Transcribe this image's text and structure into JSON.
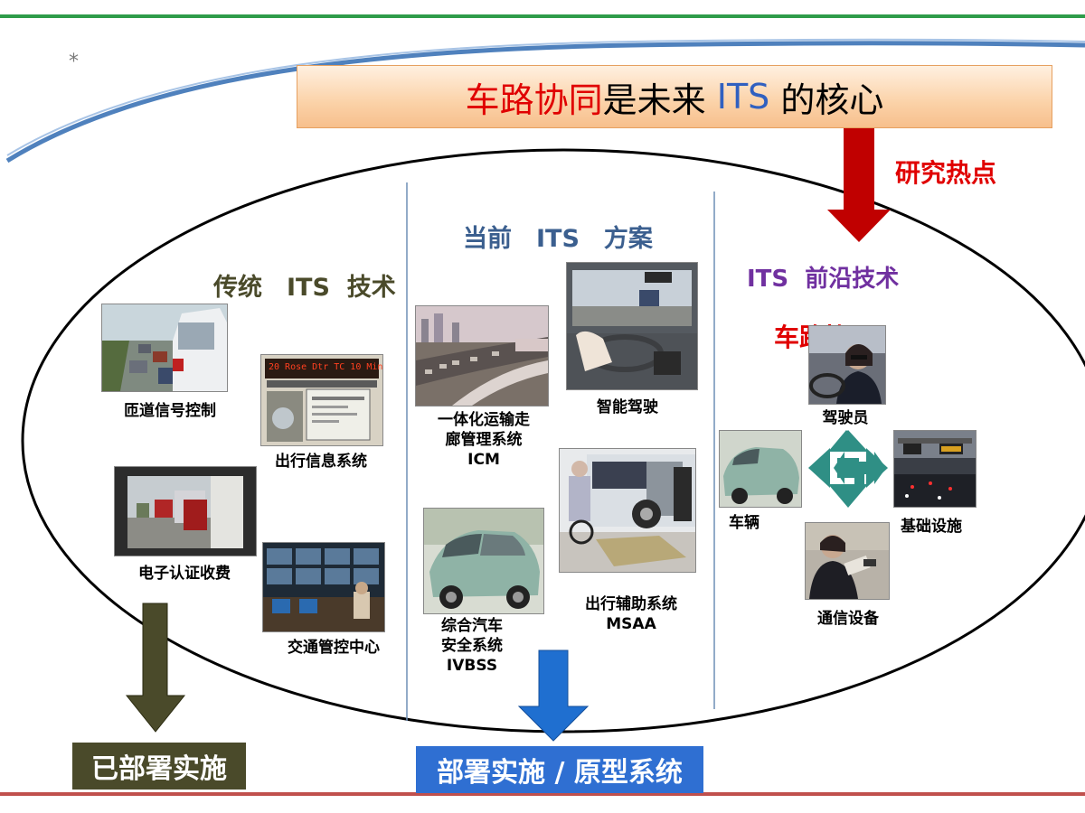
{
  "corner_mark": "*",
  "title": {
    "part_red": "车路协同",
    "part_black_1": "是未来 ",
    "part_blue": "ITS",
    "part_black_2": " 的核心"
  },
  "research_label": "研究热点",
  "sections": {
    "traditional": "传统　ITS  技术",
    "current": "当前　ITS　方案",
    "frontier": "ITS  前沿技术"
  },
  "frontier_sub": "车路协同",
  "traditional_items": {
    "ramp": "匝道信号控制",
    "traveler_info": "出行信息系统",
    "etc": "电子认证收费",
    "tmc": "交通管控中心"
  },
  "current_items": {
    "icm": [
      "一体化运输走",
      "廊管理系统",
      "ICM"
    ],
    "smart_driving": "智能驾驶",
    "msaa": [
      "出行辅助系统",
      "MSAA"
    ],
    "ivbss": [
      "综合汽车",
      "安全系统",
      "IVBSS"
    ]
  },
  "frontier_items": {
    "driver": "驾驶员",
    "vehicle": "车辆",
    "infrastructure": "基础设施",
    "comm": "通信设备"
  },
  "bottom": {
    "deployed": "已部署实施",
    "prototype": "部署实施 / 原型系统"
  },
  "sign_text": "20 Rose Dtr TC 10 Min",
  "colors": {
    "top_line": "#2e9c4a",
    "bottom_line": "#c0504d",
    "curve": "#4f81bd",
    "red_arrow": "#c00000",
    "olive_arrow": "#4a4a2a",
    "blue_arrow": "#1f6fd0",
    "teal_cross": "#2f8f85",
    "section_blue": "#3b5f8f",
    "section_purple": "#7030a0",
    "section_olive": "#4a4a2a",
    "red_text": "#e00000"
  }
}
